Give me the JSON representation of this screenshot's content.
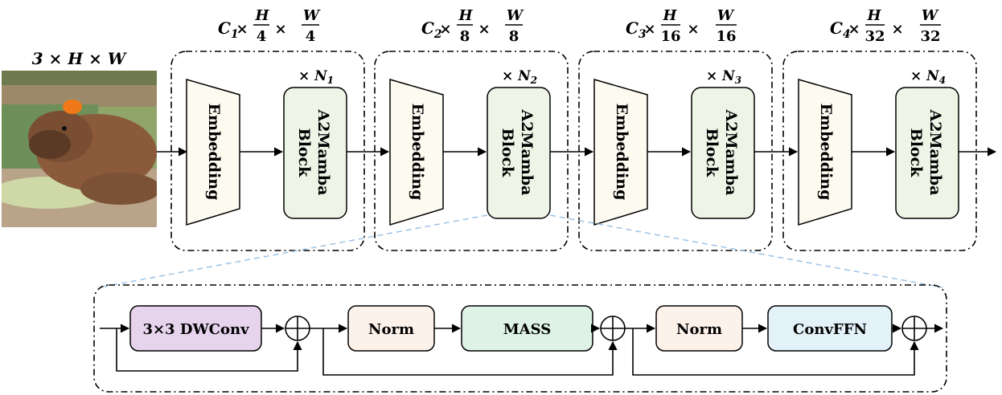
{
  "input": {
    "shape_label": "3 × H × W",
    "image_desc": "capybara"
  },
  "stages": [
    {
      "dims": {
        "c": "C",
        "c_sub": "1",
        "h_num": "H",
        "h_den": "4",
        "w_num": "W",
        "w_den": "4"
      },
      "embedding": "Embedding",
      "block": [
        "A2Mamba",
        "Block"
      ],
      "repeat": "× N",
      "repeat_sub": "1"
    },
    {
      "dims": {
        "c": "C",
        "c_sub": "2",
        "h_num": "H",
        "h_den": "8",
        "w_num": "W",
        "w_den": "8"
      },
      "embedding": "Embedding",
      "block": [
        "A2Mamba",
        "Block"
      ],
      "repeat": "× N",
      "repeat_sub": "2"
    },
    {
      "dims": {
        "c": "C",
        "c_sub": "3",
        "h_num": "H",
        "h_den": "16",
        "w_num": "W",
        "w_den": "16"
      },
      "embedding": "Embedding",
      "block": [
        "A2Mamba",
        "Block"
      ],
      "repeat": "× N",
      "repeat_sub": "3"
    },
    {
      "dims": {
        "c": "C",
        "c_sub": "4",
        "h_num": "H",
        "h_den": "32",
        "w_num": "W",
        "w_den": "32"
      },
      "embedding": "Embedding",
      "block": [
        "A2Mamba",
        "Block"
      ],
      "repeat": "× N",
      "repeat_sub": "4"
    }
  ],
  "block_detail": {
    "modules": [
      "3×3 DWConv",
      "Norm",
      "MASS",
      "Norm",
      "ConvFFN"
    ],
    "add_symbol": "+"
  },
  "colors": {
    "embedding_fill": "#fdfaf0",
    "block_fill": "#eef5e6",
    "dwconv_fill": "#e6d3ec",
    "norm_fill": "#fdf2ea",
    "mass_fill": "#def3e6",
    "convffn_fill": "#e3f1f8",
    "zoom_line": "#9cc3e6"
  }
}
